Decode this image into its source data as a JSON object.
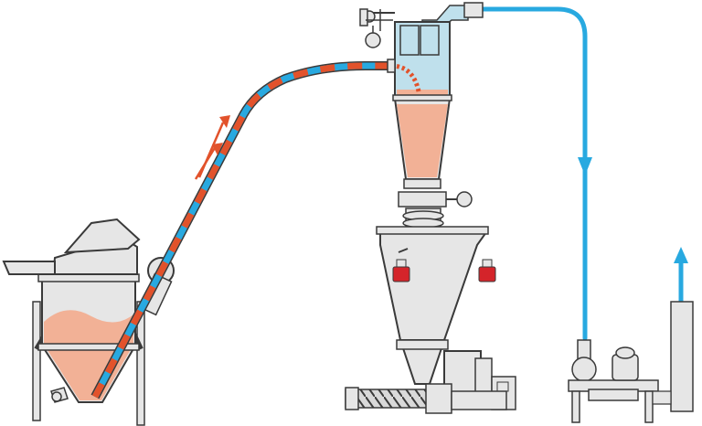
{
  "diagram": {
    "type": "pneumatic-conveying-process-illustration",
    "colors": {
      "product": "#e2522b",
      "product_fill": "#f2b196",
      "air": "#28a9e0",
      "hopper_fill": "#bfe0ec",
      "equipment": "#e6e6e6",
      "equipment_dark": "#b3b3b3",
      "outline": "#3a3a3a",
      "valve_red": "#d4242a"
    },
    "components": [
      {
        "id": "bag-dump-station",
        "icon": "feed-hopper"
      },
      {
        "id": "conveying-line",
        "icon": "striped-pipe"
      },
      {
        "id": "receiver-filter",
        "icon": "cyclone-receiver"
      },
      {
        "id": "discharge-valve",
        "icon": "butterfly-valve"
      },
      {
        "id": "screw-feeder",
        "icon": "screw-conveyor"
      },
      {
        "id": "vacuum-pump",
        "icon": "blower-skid"
      },
      {
        "id": "exhaust-silencer",
        "icon": "silencer-stack"
      }
    ],
    "flow": {
      "product_direction": "up-along-conveying-line",
      "air_direction": "down-to-pump-then-up-exhaust"
    }
  }
}
